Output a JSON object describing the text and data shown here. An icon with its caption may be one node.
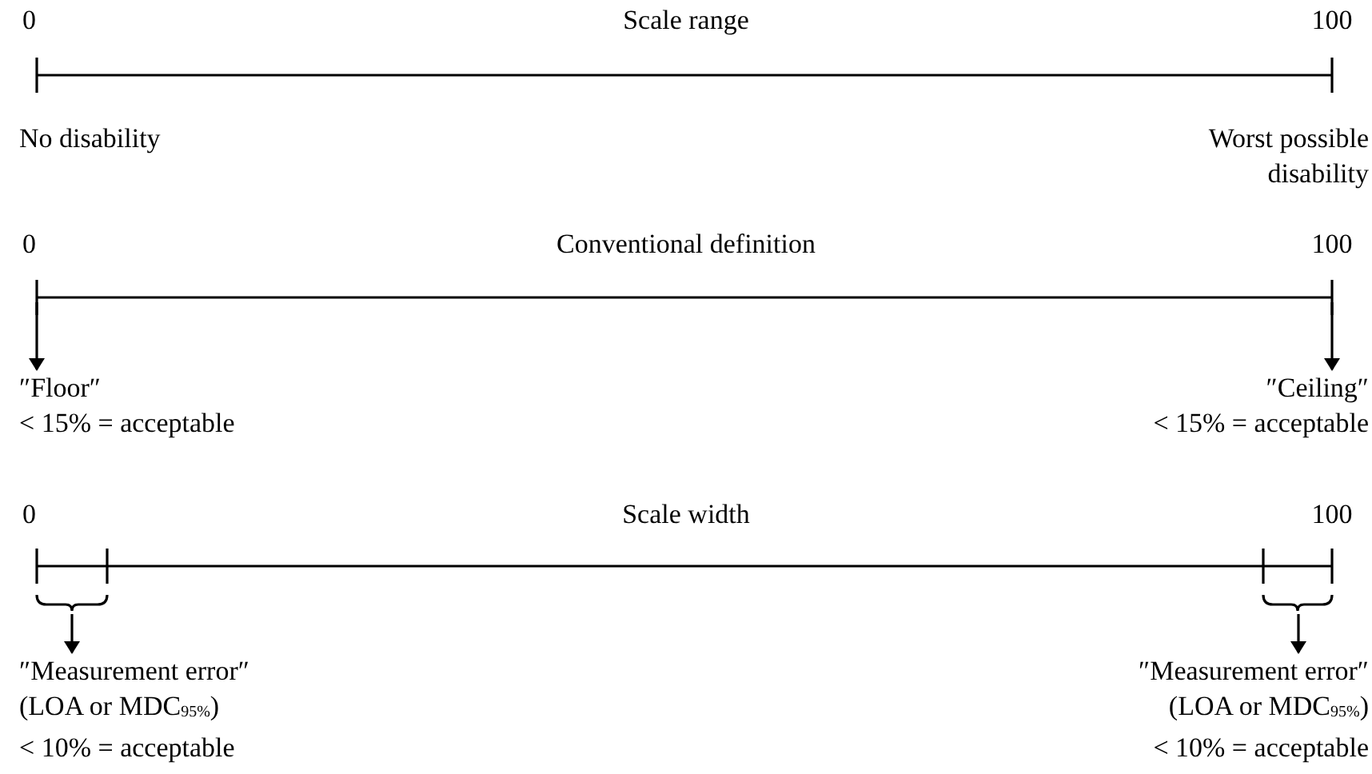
{
  "diagram": {
    "nodes": [
      {
        "text": [
          "″Floor″",
          "< 15% = acceptable"
        ]
      },
      {
        "text": [
          "″Ceiling″",
          "< 15% = acceptable"
        ]
      },
      {
        "text": [
          "″Measurement error″",
          "(LOA or MDC$_{95%}$)",
          "< 10% = acceptable"
        ]
      },
      {
        "text": [
          "″Measurement error″",
          "(LOA or MDC$_{95%}$)",
          "< 10% = acceptable"
        ]
      }
    ],
    "edges": [
      {
        "from": null,
        "to": 0,
        "arrow": "to"
      },
      {
        "from": null,
        "to": 1,
        "arrow": "to"
      },
      {
        "from": null,
        "to": 2,
        "arrow": "to"
      },
      {
        "from": null,
        "to": 3,
        "arrow": "to"
      }
    ],
    "labels": [
      "0",
      "Scale range",
      "100",
      "No disability",
      "Worst possible disability",
      "0",
      "Conventional definition",
      "100",
      "0",
      "Scale width",
      "100"
    ]
  }
}
